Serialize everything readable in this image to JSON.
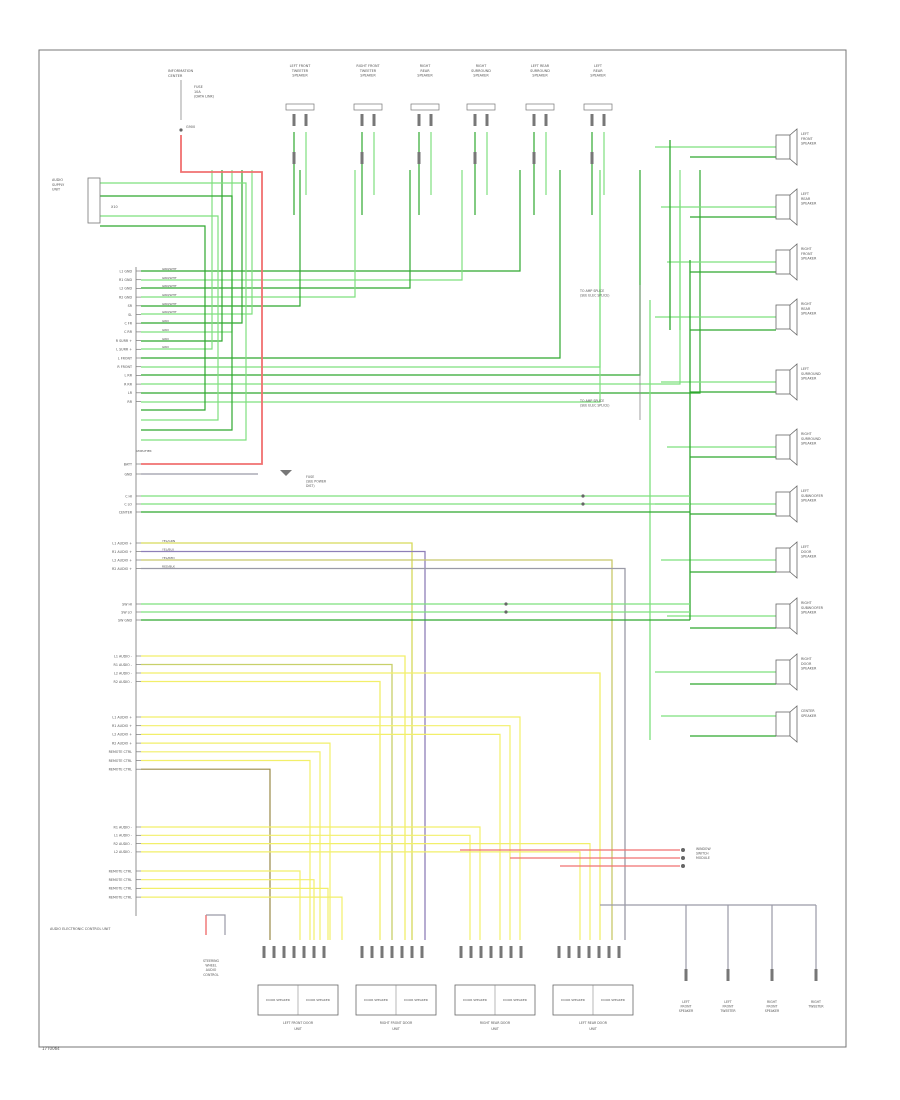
{
  "diagram": {
    "footer_code": "17T0064",
    "top_module": {
      "lines": [
        "INFORMATION",
        "CENTER"
      ]
    },
    "top_fuse_note": {
      "lines": [
        "FUSE",
        "10A",
        "(DATA LINK)"
      ]
    },
    "top_ground_label": "G900",
    "left_connector": {
      "lines": [
        "AUDIO",
        "SUPPLY",
        "UNIT"
      ]
    },
    "left_connector_code": "X10",
    "amp_label": "AMPLIFIER",
    "main_unit": {
      "lines": [
        "AUDIO ELECTRONIC CONTROL UNIT"
      ]
    },
    "left_pins": [
      "L1 GND",
      "R1 GND",
      "L2 GND",
      "R2 GND",
      "SR",
      "SL",
      "C FR",
      "C RR",
      "R SURR +",
      "L SURR +",
      "L FRONT",
      "R FRONT",
      "L RR",
      "R RR",
      "LR",
      "RR",
      "BATT",
      "GND",
      "C HI",
      "C LO",
      "CENTER",
      "L1 AUDIO +",
      "R1 AUDIO +",
      "L2 AUDIO +",
      "R2 AUDIO +",
      "SW HI",
      "SW LO",
      "SW GND",
      "L1 AUDIO -",
      "R1 AUDIO -",
      "L2 AUDIO -",
      "R2 AUDIO -",
      "L1 AUDIO +",
      "R1 AUDIO +",
      "L2 AUDIO +",
      "R2 AUDIO +",
      "REMOTE CTRL",
      "REMOTE CTRL",
      "REMOTE CTRL",
      "R1 AUDIO -",
      "L1 AUDIO -",
      "R2 AUDIO -",
      "L2 AUDIO -",
      "REMOTE CTRL",
      "REMOTE CTRL",
      "REMOTE CTRL",
      "REMOTE CTRL"
    ],
    "wire_labels": [
      "GRN/WHT",
      "GRN/WHT",
      "GRN/WHT",
      "GRN/WHT",
      "GRN/WHT",
      "GRN/WHT",
      "GRN",
      "GRN",
      "GRN",
      "GRN",
      "YEL/GRN",
      "YEL/BLU",
      "YEL/RED",
      "RED/BLK"
    ],
    "top_speakers": [
      {
        "lines": [
          "LEFT FRONT",
          "TWEETER",
          "SPEAKER"
        ]
      },
      {
        "lines": [
          "RIGHT FRONT",
          "TWEETER",
          "SPEAKER"
        ]
      },
      {
        "lines": [
          "RIGHT",
          "REAR",
          "SPEAKER"
        ]
      },
      {
        "lines": [
          "RIGHT",
          "SURROUND",
          "SPEAKER"
        ]
      },
      {
        "lines": [
          "LEFT REAR",
          "SURROUND",
          "SPEAKER"
        ]
      },
      {
        "lines": [
          "LEFT",
          "REAR",
          "SPEAKER"
        ]
      }
    ],
    "right_speakers": [
      {
        "lines": [
          "LEFT",
          "FRONT",
          "SPEAKER"
        ]
      },
      {
        "lines": [
          "LEFT",
          "REAR",
          "SPEAKER"
        ]
      },
      {
        "lines": [
          "RIGHT",
          "FRONT",
          "SPEAKER"
        ]
      },
      {
        "lines": [
          "RIGHT",
          "REAR",
          "SPEAKER"
        ]
      },
      {
        "lines": [
          "LEFT",
          "SURROUND",
          "SPEAKER"
        ]
      },
      {
        "lines": [
          "RIGHT",
          "SURROUND",
          "SPEAKER"
        ]
      },
      {
        "lines": [
          "LEFT",
          "SUBWOOFER",
          "SPEAKER"
        ]
      },
      {
        "lines": [
          "LEFT",
          "DOOR",
          "SPEAKER"
        ]
      },
      {
        "lines": [
          "RIGHT",
          "SUBWOOFER",
          "SPEAKER"
        ]
      },
      {
        "lines": [
          "RIGHT",
          "DOOR",
          "SPEAKER"
        ]
      },
      {
        "lines": [
          "CENTER",
          "SPEAKER"
        ]
      }
    ],
    "mid_splices": [
      {
        "lines": [
          "TO AMP SPLICE",
          "(SEE ELEC SPLICE)"
        ]
      },
      {
        "lines": [
          "TO AMP SPLICE",
          "(SEE ELEC SPLICE)"
        ]
      }
    ],
    "fuse_note": {
      "lines": [
        "FUSE",
        "(SEE POWER",
        "DIST)"
      ]
    },
    "right_note": {
      "lines": [
        "WINDOW",
        "SWITCH",
        "MODULE"
      ]
    },
    "bottom_left_module": {
      "lines": [
        "STEERING",
        "WHEEL",
        "AUDIO",
        "CONTROL"
      ]
    },
    "door_groups": [
      {
        "title": "LEFT FRONT DOOR",
        "sub": "UNIT",
        "left": "DOOR SPEAKER",
        "right": "DOOR SPEAKER"
      },
      {
        "title": "RIGHT FRONT DOOR",
        "sub": "UNIT",
        "left": "DOOR SPEAKER",
        "right": "DOOR SPEAKER"
      },
      {
        "title": "RIGHT REAR DOOR",
        "sub": "UNIT",
        "left": "DOOR SPEAKER",
        "right": "DOOR SPEAKER"
      },
      {
        "title": "LEFT REAR DOOR",
        "sub": "UNIT",
        "left": "DOOR SPEAKER",
        "right": "DOOR SPEAKER"
      }
    ],
    "bottom_right_modules": [
      {
        "lines": [
          "LEFT",
          "FRONT",
          "SPEAKER"
        ]
      },
      {
        "lines": [
          "LEFT",
          "FRONT",
          "TWEETER"
        ]
      },
      {
        "lines": [
          "RIGHT",
          "FRONT",
          "SPEAKER"
        ]
      },
      {
        "lines": [
          "RIGHT",
          "TWEETER"
        ]
      }
    ],
    "colors": {
      "green": "#7ee07e",
      "green_dark": "#2ea82e",
      "yellow": "#f2ef6a",
      "red": "#f07070",
      "grey": "#9a9aa6",
      "purple": "#8e7fb8",
      "ink": "#555555"
    }
  }
}
